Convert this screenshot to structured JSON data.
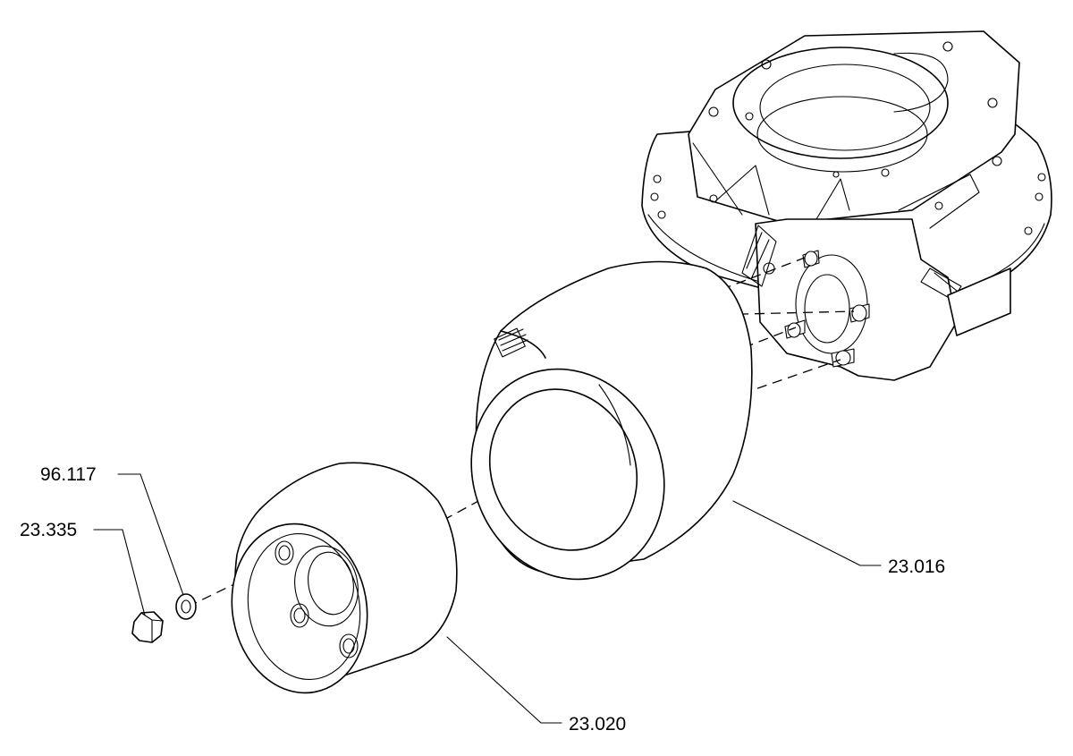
{
  "diagram": {
    "type": "exploded-assembly",
    "parts": [
      {
        "id": "p1",
        "label": "96.117"
      },
      {
        "id": "p2",
        "label": "23.335"
      },
      {
        "id": "p3",
        "label": "23.016"
      },
      {
        "id": "p4",
        "label": "23.020"
      }
    ]
  }
}
